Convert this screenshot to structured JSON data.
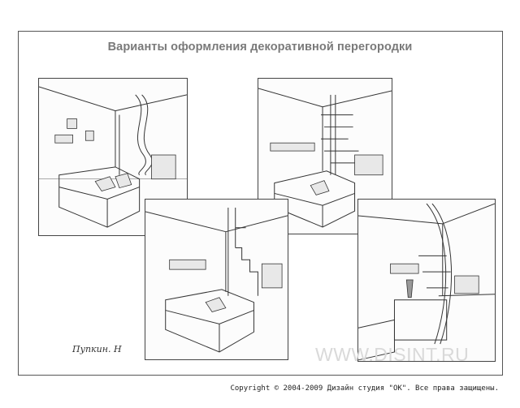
{
  "title": "Варианты оформления декоративной перегородки",
  "signature": "Пупкин. Н",
  "watermark": "WWW.DISINT.RU",
  "copyright": "Copyright © 2004-2009 Дизайн студия \"OK\". Все права защищены."
}
